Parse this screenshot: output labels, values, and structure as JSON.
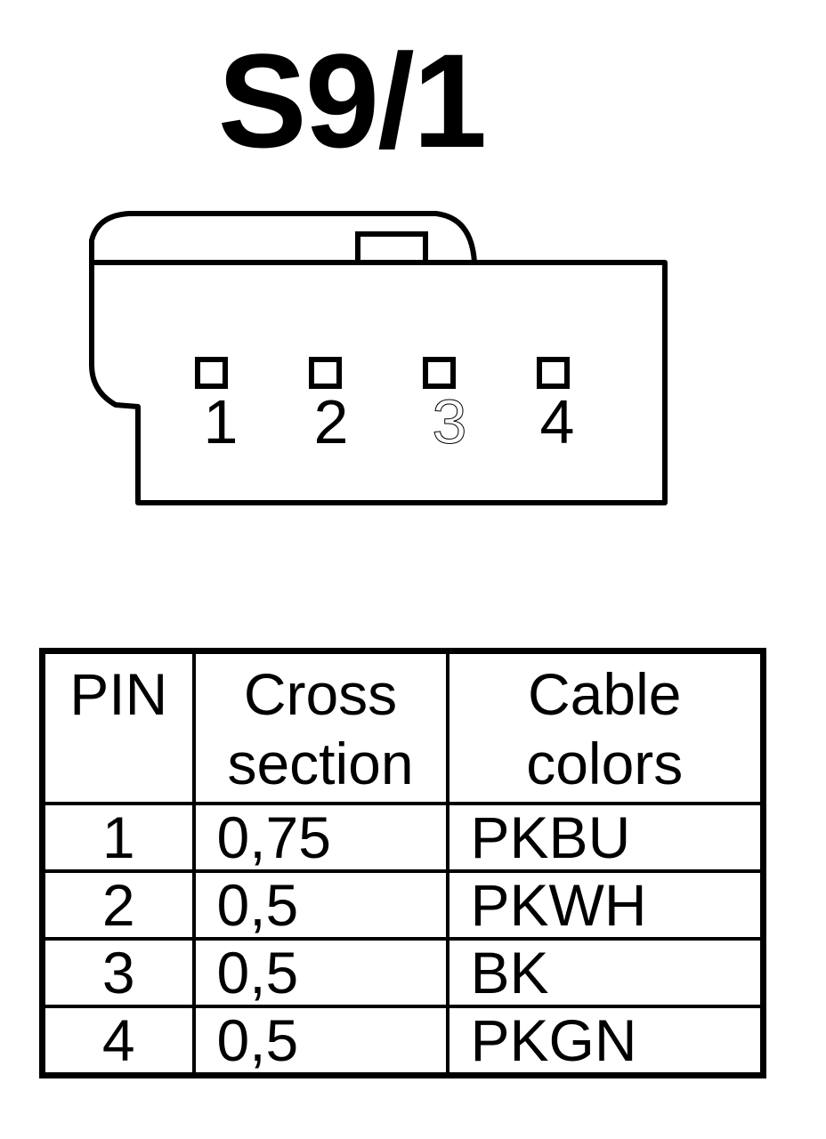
{
  "title": "S9/1",
  "connector": {
    "pin_labels": [
      "1",
      "2",
      "3",
      "4"
    ]
  },
  "table": {
    "headers": {
      "pin": [
        "PIN"
      ],
      "cross_section": [
        "Cross",
        "section"
      ],
      "cable_colors": [
        "Cable",
        "colors"
      ]
    },
    "rows": [
      {
        "pin": "1",
        "cross_section": "0,75",
        "color": "PKBU"
      },
      {
        "pin": "2",
        "cross_section": "0,5",
        "color": "PKWH"
      },
      {
        "pin": "3",
        "cross_section": "0,5",
        "color": "BK"
      },
      {
        "pin": "4",
        "cross_section": "0,5",
        "color": "PKGN"
      }
    ]
  }
}
